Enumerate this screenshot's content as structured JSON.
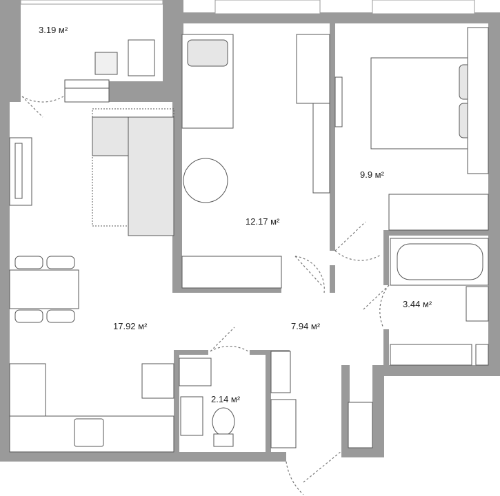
{
  "rooms": [
    {
      "id": "balcony",
      "area": "3.19 м²"
    },
    {
      "id": "living",
      "area": "17.92 м²"
    },
    {
      "id": "bedroom-1",
      "area": "12.17 м²"
    },
    {
      "id": "bedroom-2",
      "area": "9.9 м²"
    },
    {
      "id": "hallway",
      "area": "7.94 м²"
    },
    {
      "id": "bathroom",
      "area": "3.44 м²"
    },
    {
      "id": "toilet",
      "area": "2.14 м²"
    }
  ],
  "colors": {
    "wall": "#9a9a9a",
    "line": "#555555",
    "fill": "#e6e6e6",
    "text": "#222222"
  }
}
